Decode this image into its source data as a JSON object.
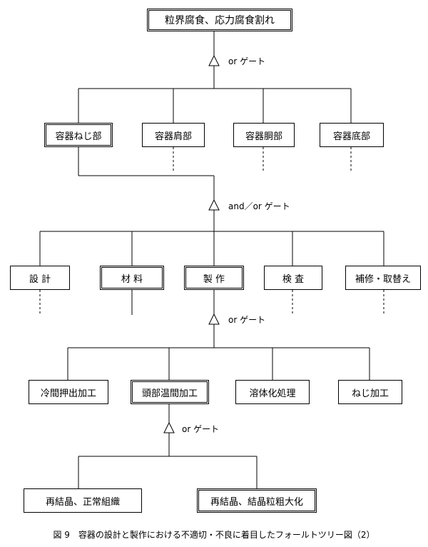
{
  "top_event": "粒界腐食、応力腐食割れ",
  "gates": {
    "g1": "or ゲート",
    "g2": "and／or ゲート",
    "g3": "or ゲート",
    "g4": "or ゲート"
  },
  "level1": [
    "容器ねじ部",
    "容器肩部",
    "容器胴部",
    "容器底部"
  ],
  "level2": [
    "設 計",
    "材 料",
    "製 作",
    "検 査",
    "補修・取替え"
  ],
  "level3": [
    "冷間押出加工",
    "頭部温間加工",
    "溶体化処理",
    "ねじ加工"
  ],
  "level4": [
    "再結晶、正常組織",
    "再結晶、結晶粒粗大化"
  ],
  "caption": "図 9　容器の設計と製作における不適切・不良に着目したフォールトツリー図（2）"
}
